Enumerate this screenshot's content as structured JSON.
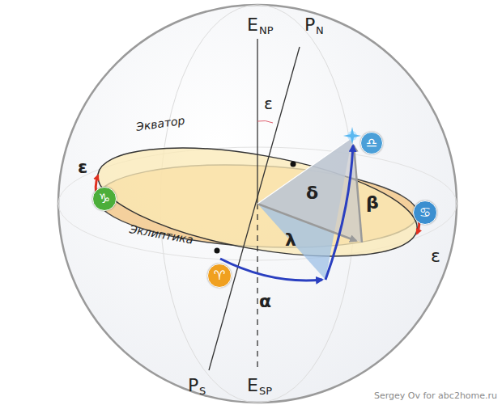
{
  "diagram": {
    "nodes": [
      {
        "text": [
          "♑"
        ]
      },
      {
        "text": [
          "♎"
        ]
      },
      {
        "text": [
          "♈"
        ]
      },
      {
        "text": [
          "♋"
        ]
      }
    ],
    "labels": [
      "E",
      "NP",
      "P",
      "N",
      "ε",
      "Экватор",
      "ε",
      "δ",
      "β",
      "Эклиптика",
      "λ",
      "ε",
      "α",
      "P",
      "S",
      "E",
      "SP",
      "Sergey Ov for abc2home.ru"
    ]
  }
}
